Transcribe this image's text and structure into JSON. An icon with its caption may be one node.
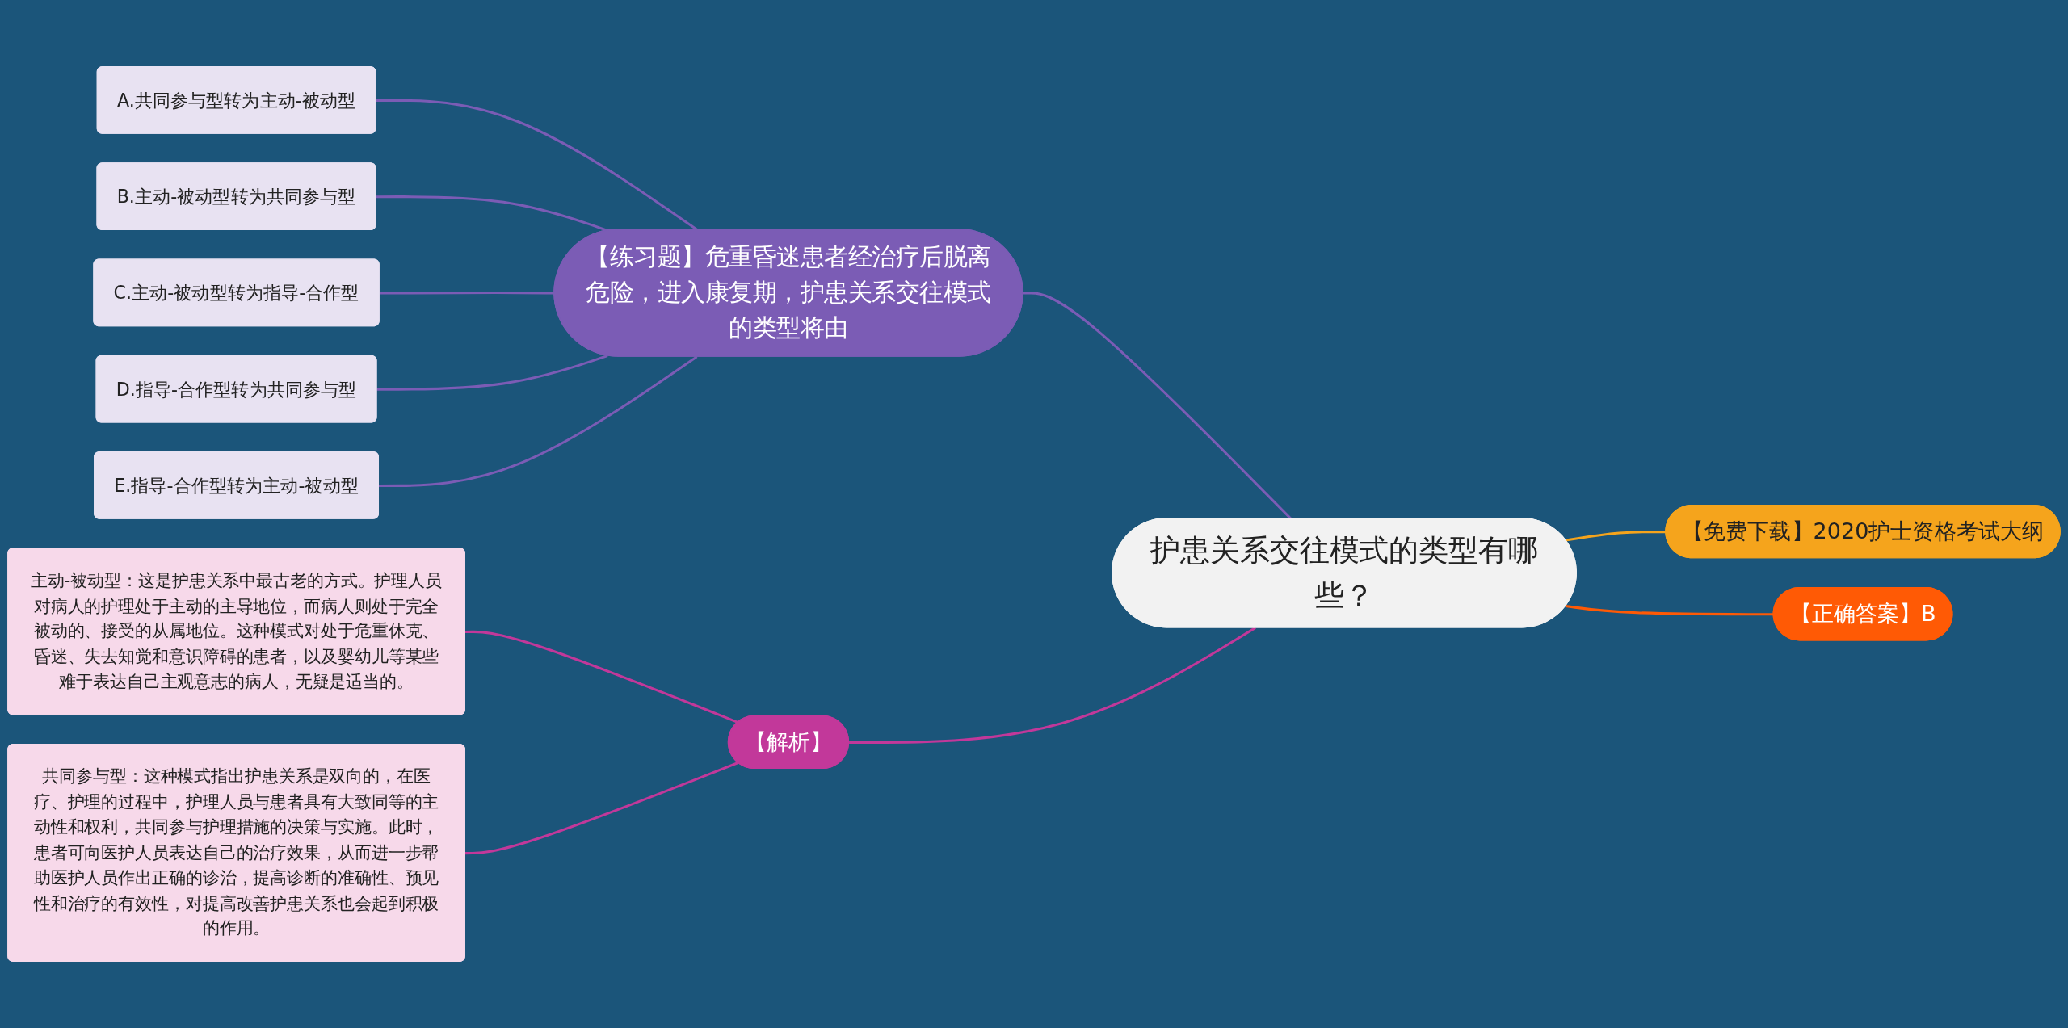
{
  "diagram": {
    "nodes": [
      {
        "text": [
          "护患关系交往模式的类型有哪些？"
        ]
      },
      {
        "text": [
          "【练习题】危重昏迷患者经治疗后脱离危险，进入康复期，护患关系交往模式的类型将由"
        ]
      },
      {
        "text": [
          "A.共同参与型转为主动-被动型"
        ]
      },
      {
        "text": [
          "B.主动-被动型转为共同参与型"
        ]
      },
      {
        "text": [
          "C.主动-被动型转为指导-合作型"
        ]
      },
      {
        "text": [
          "D.指导-合作型转为共同参与型"
        ]
      },
      {
        "text": [
          "E.指导-合作型转为主动-被动型"
        ]
      },
      {
        "text": [
          "【免费下载】2020护士资格考试大纲"
        ]
      },
      {
        "text": [
          "【正确答案】B"
        ]
      },
      {
        "text": [
          "【解析】"
        ]
      },
      {
        "text": [
          "主动-被动型：这是护患关系中最古老的方式。护理人员对病人的护理处于主动的主导地位，而病人则处于完全被动的、接受的从属地位。这种模式对处于危重休克、昏迷、失去知觉和意识障碍的患者，以及婴幼儿等某些难于表达自己主观意志的病人，无疑是适当的。"
        ]
      },
      {
        "text": [
          "共同参与型：这种模式指出护患关系是双向的，在医疗、护理的过程中，护理人员与患者具有大致同等的主动性和权利，共同参与护理措施的决策与实施。此时，患者可向医护人员表达自己的治疗效果，从而进一步帮助医护人员作出正确的诊治，提高诊断的准确性、预见性和治疗的有效性，对提高改善护患关系也会起到积极的作用。"
        ]
      }
    ],
    "edges": [
      {
        "from": 0,
        "to": 1,
        "arrow": "none"
      },
      {
        "from": 1,
        "to": 2,
        "arrow": "none"
      },
      {
        "from": 1,
        "to": 3,
        "arrow": "none"
      },
      {
        "from": 1,
        "to": 4,
        "arrow": "none"
      },
      {
        "from": 1,
        "to": 5,
        "arrow": "none"
      },
      {
        "from": 1,
        "to": 6,
        "arrow": "none"
      },
      {
        "from": 0,
        "to": 7,
        "arrow": "none",
        "color": "#f5a41c"
      },
      {
        "from": 0,
        "to": 8,
        "arrow": "none",
        "color": "#ff5a05"
      },
      {
        "from": 0,
        "to": 9,
        "arrow": "none",
        "color": "#c2389a"
      },
      {
        "from": 9,
        "to": 10,
        "arrow": "none",
        "color": "#c2389a"
      },
      {
        "from": 9,
        "to": 11,
        "arrow": "none",
        "color": "#c2389a"
      }
    ]
  }
}
